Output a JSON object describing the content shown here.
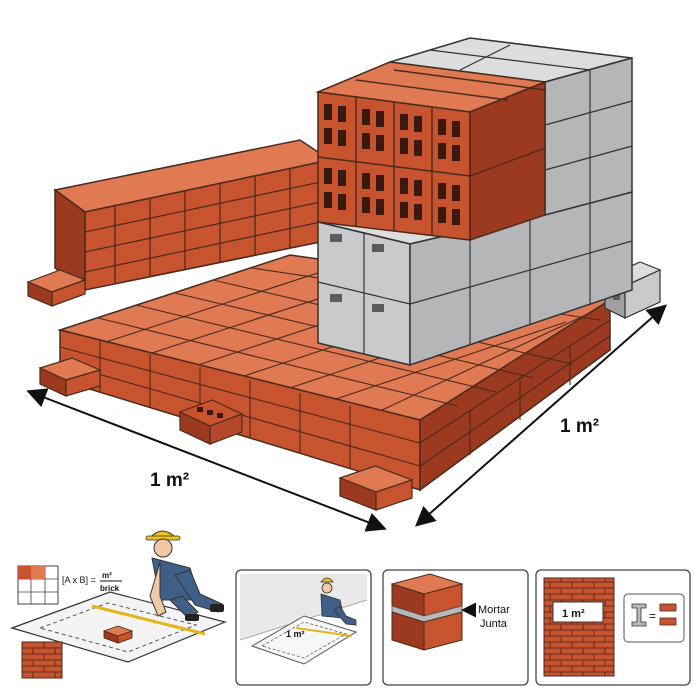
{
  "main_labels": {
    "left_dimension": "1 m²",
    "right_dimension": "1 m²"
  },
  "panels": {
    "p1": {
      "formula_left": "[A x B] =",
      "formula_num": "m²",
      "formula_den": "brick"
    },
    "p2": {
      "area_label": "1 m²"
    },
    "p3": {
      "mortar_label": "Mortar",
      "joint_label": "Junta"
    },
    "p4": {
      "wall_label": "1 m²",
      "equals": "="
    }
  },
  "colors": {
    "brick": "#c8532f",
    "brick_top": "#df7a52",
    "brick_dark": "#9b3a1f",
    "block": "#c9cacb",
    "block_top": "#dcdddd",
    "block_dark": "#9fa1a2",
    "mortar_line": "#4a2a1c",
    "helmet": "#f2c318",
    "overalls": "#3f5f86"
  }
}
